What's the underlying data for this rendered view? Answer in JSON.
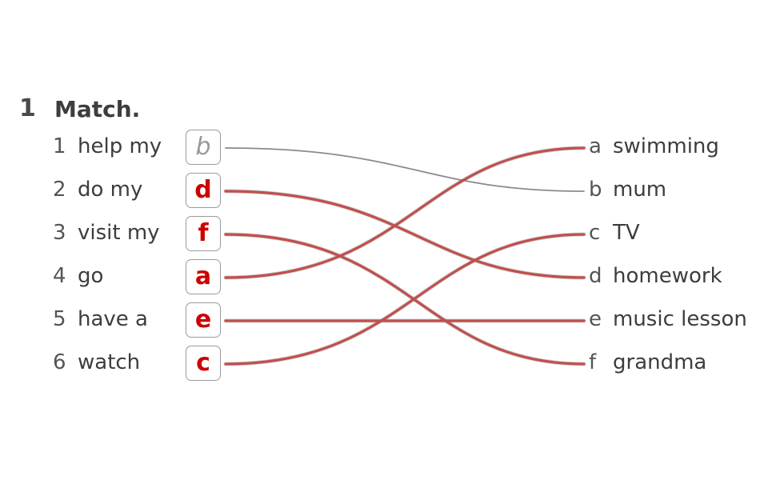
{
  "exercise": {
    "number": "1",
    "title": "Match."
  },
  "left_items": [
    {
      "num": "1",
      "text": "help my",
      "answer": "b",
      "is_example": true
    },
    {
      "num": "2",
      "text": "do my",
      "answer": "d",
      "is_example": false
    },
    {
      "num": "3",
      "text": "visit my",
      "answer": "f",
      "is_example": false
    },
    {
      "num": "4",
      "text": "go",
      "answer": "a",
      "is_example": false
    },
    {
      "num": "5",
      "text": "have a",
      "answer": "e",
      "is_example": false
    },
    {
      "num": "6",
      "text": "watch",
      "answer": "c",
      "is_example": false
    }
  ],
  "right_items": [
    {
      "letter": "a",
      "text": "swimming"
    },
    {
      "letter": "b",
      "text": "mum"
    },
    {
      "letter": "c",
      "text": "TV"
    },
    {
      "letter": "d",
      "text": "homework"
    },
    {
      "letter": "e",
      "text": "music lesson"
    },
    {
      "letter": "f",
      "text": "grandma"
    }
  ],
  "colors": {
    "answer_line": "#c0504d",
    "example_line": "#8a8a8a",
    "answer_text": "#cc0000"
  }
}
